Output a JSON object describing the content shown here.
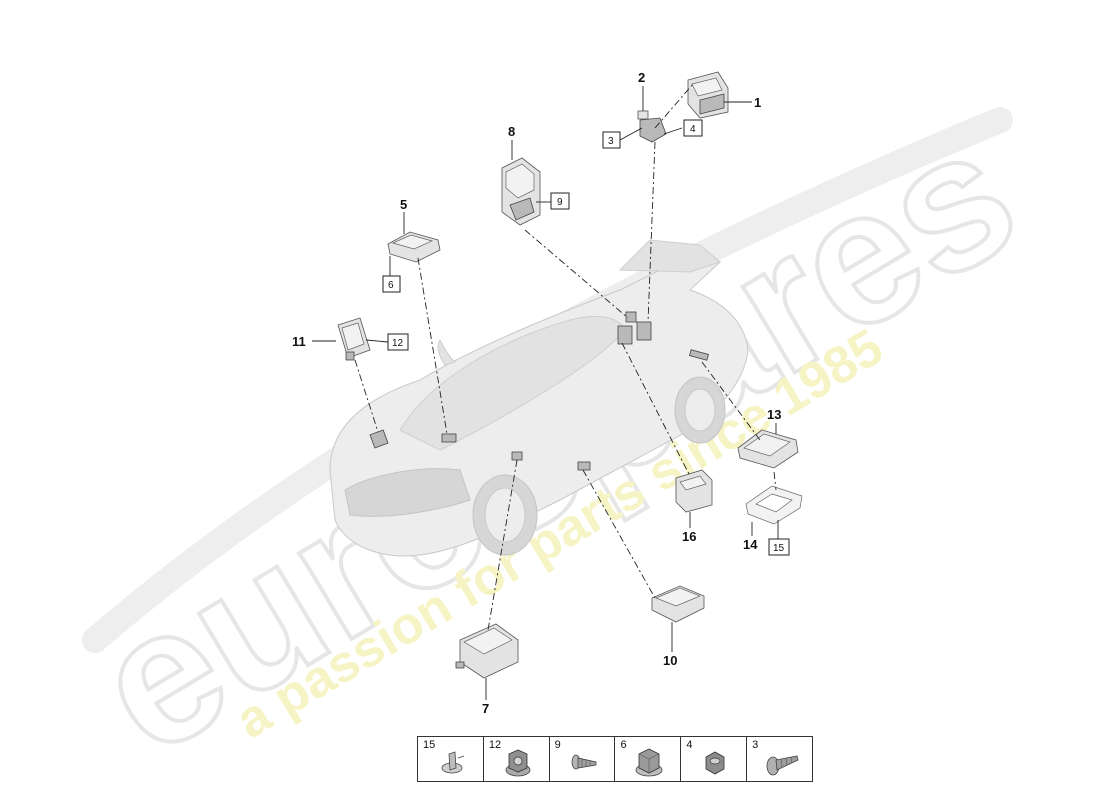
{
  "watermark": {
    "brand": "eurospares",
    "tagline": "a passion for parts since 1985"
  },
  "callouts": [
    {
      "id": "c1",
      "label": "1"
    },
    {
      "id": "c2",
      "label": "2"
    },
    {
      "id": "c5",
      "label": "5"
    },
    {
      "id": "c7",
      "label": "7"
    },
    {
      "id": "c8",
      "label": "8"
    },
    {
      "id": "c10",
      "label": "10"
    },
    {
      "id": "c11",
      "label": "11"
    },
    {
      "id": "c13",
      "label": "13"
    },
    {
      "id": "c14",
      "label": "14"
    },
    {
      "id": "c16",
      "label": "16"
    }
  ],
  "boxed_callouts": [
    {
      "id": "b3",
      "label": "3"
    },
    {
      "id": "b4",
      "label": "4"
    },
    {
      "id": "b6",
      "label": "6"
    },
    {
      "id": "b9",
      "label": "9"
    },
    {
      "id": "b12",
      "label": "12"
    },
    {
      "id": "b15",
      "label": "15"
    }
  ],
  "legend": [
    {
      "label": "15",
      "icon": "push-rivet-icon"
    },
    {
      "label": "12",
      "icon": "flange-nut-icon"
    },
    {
      "label": "9",
      "icon": "self-tapping-screw-icon"
    },
    {
      "label": "6",
      "icon": "hex-nut-icon"
    },
    {
      "label": "4",
      "icon": "hex-nut-small-icon"
    },
    {
      "label": "3",
      "icon": "flange-bolt-icon"
    }
  ]
}
